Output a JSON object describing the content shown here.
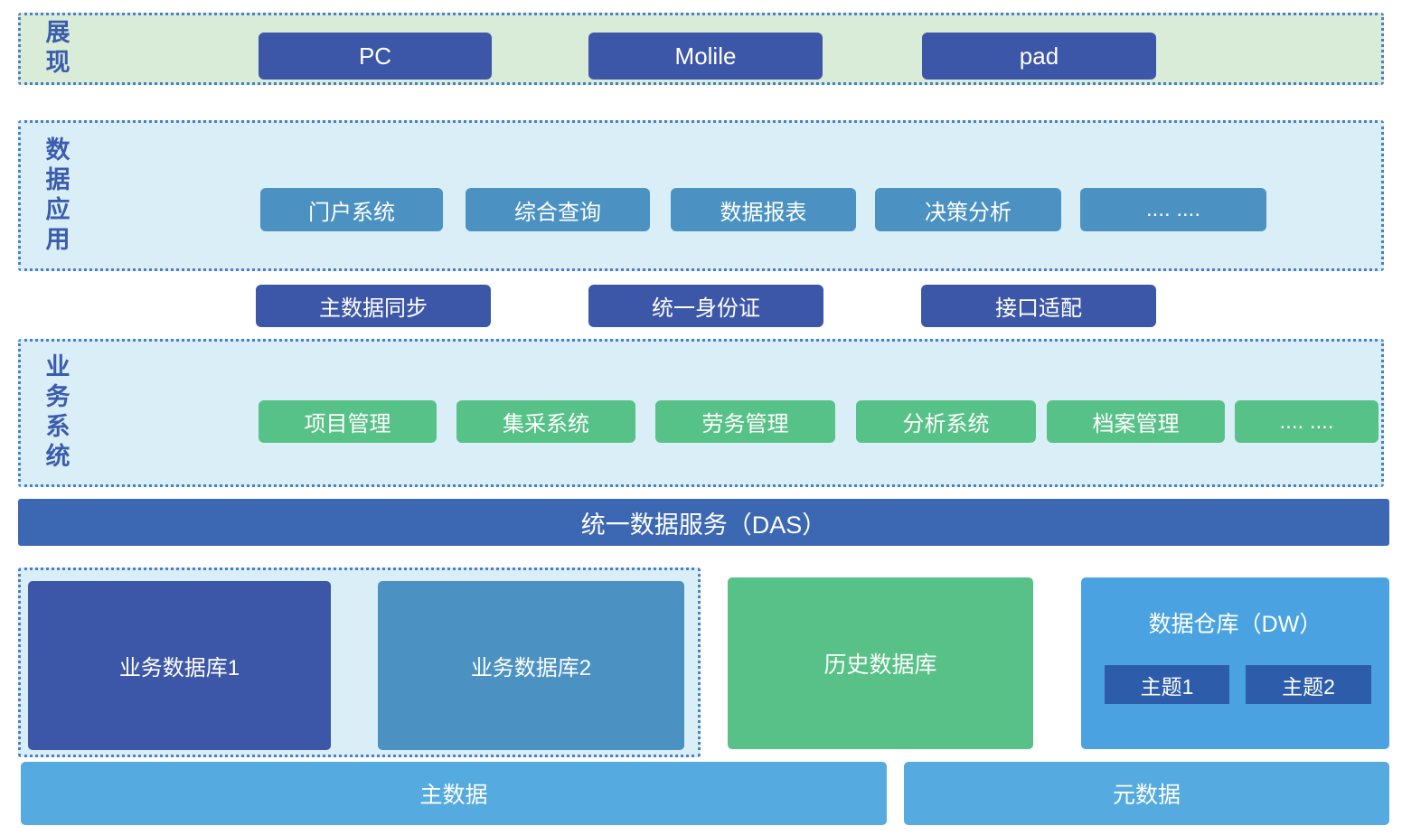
{
  "presentation": {
    "label": "展现",
    "items": [
      "PC",
      "Molile",
      "pad"
    ]
  },
  "data_application": {
    "label": "数据应用",
    "items": [
      "门户系统",
      "综合查询",
      "数据报表",
      "决策分析",
      "....  ...."
    ]
  },
  "integration": {
    "items": [
      "主数据同步",
      "统一身份证",
      "接口适配"
    ]
  },
  "business_systems": {
    "label": "业务系统",
    "items": [
      "项目管理",
      "集采系统",
      "劳务管理",
      "分析系统",
      "档案管理",
      ".... ...."
    ]
  },
  "das": {
    "label": "统一数据服务（DAS）"
  },
  "storage": {
    "business_databases": [
      "业务数据库1",
      "业务数据库2"
    ],
    "history_database": "历史数据库",
    "data_warehouse": {
      "title": "数据仓库（DW）",
      "themes": [
        "主题1",
        "主题2"
      ]
    }
  },
  "foundation": {
    "master_data": "主数据",
    "metadata": "元数据"
  },
  "colors": {
    "dark_blue": "#3d57a8",
    "medium_blue": "#4b92c3",
    "green_button": "#57c287",
    "das_blue": "#3c68b3",
    "dw_blue": "#4aa3e0",
    "bottom_bar_blue": "#55aadf",
    "theme_box_blue": "#2d5cab",
    "history_green": "#57c187",
    "presentation_bg": "#d9ecd7",
    "layer_bg": "#daeef8",
    "dotted_border": "#4a7fc7",
    "label_text": "#3b5cad"
  }
}
